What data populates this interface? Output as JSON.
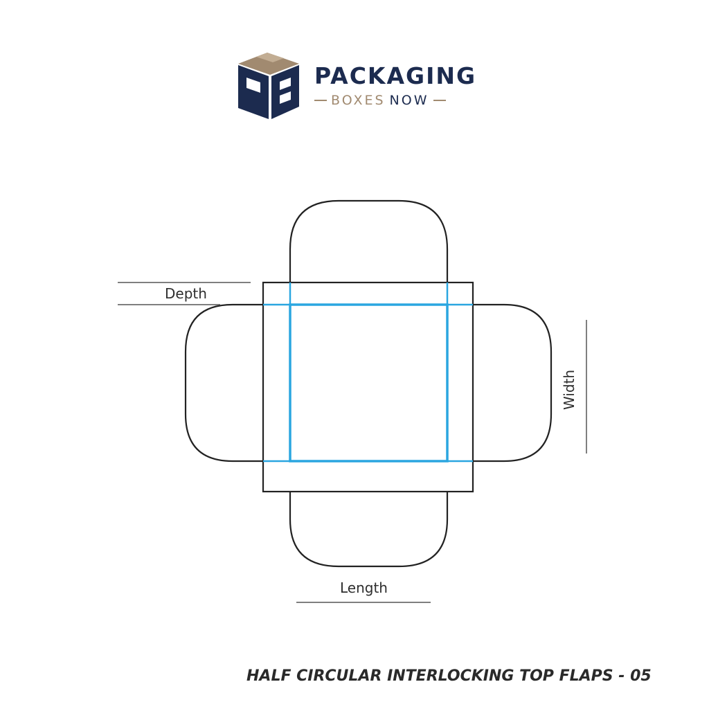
{
  "brand": {
    "name_line1": "PACKAGING",
    "name_boxes": "BOXES",
    "name_now": "NOW",
    "logo_icon": "pb-box-logo",
    "colors": {
      "navy": "#1c2b4f",
      "tan": "#a18a70"
    }
  },
  "diagram": {
    "labels": {
      "depth": "Depth",
      "width": "Width",
      "length": "Length"
    },
    "colors": {
      "cut_line": "#222222",
      "fold_line": "#2aa6e0",
      "dimension_line": "#555555"
    }
  },
  "caption": "HALF CIRCULAR INTERLOCKING TOP FLAPS - 05"
}
